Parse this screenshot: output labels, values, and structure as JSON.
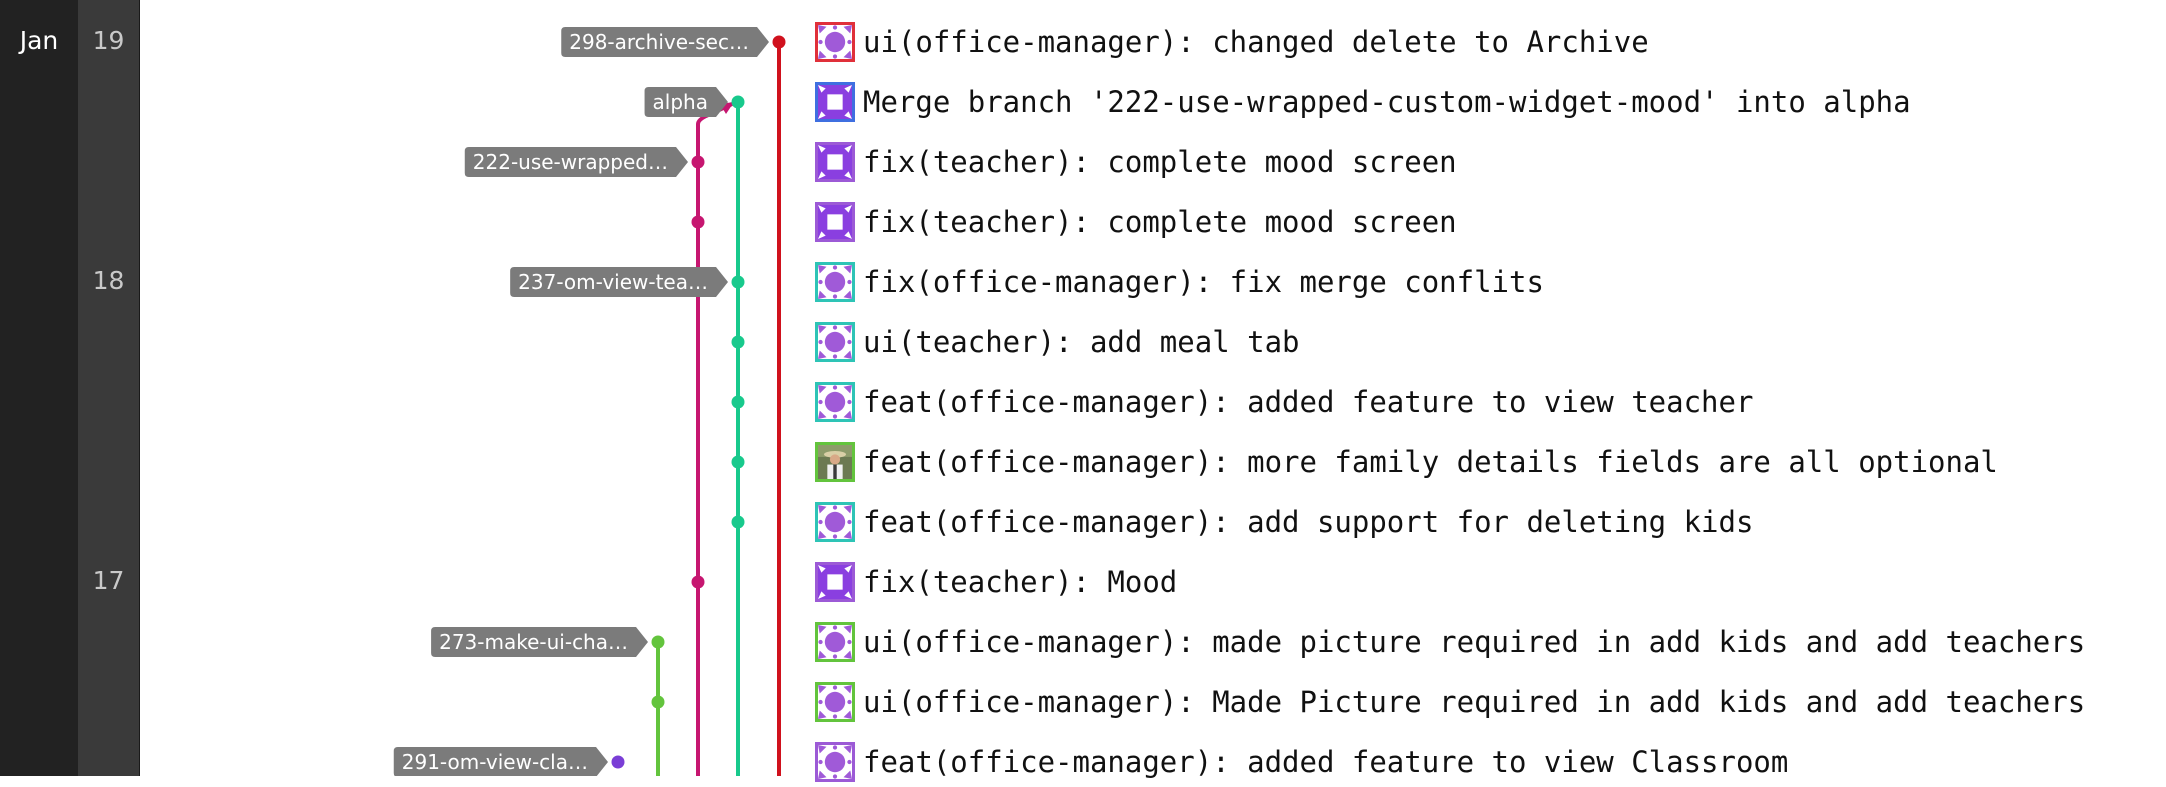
{
  "timeline": {
    "month": "Jan",
    "days": [
      {
        "label": "19",
        "row": 0
      },
      {
        "label": "18",
        "row": 4
      },
      {
        "label": "17",
        "row": 9
      }
    ]
  },
  "colors": {
    "red": "#d0111d",
    "pink": "#c61670",
    "teal": "#18c98c",
    "green": "#63c43d",
    "purple": "#7a3ed6",
    "tag_bg": "#7b7b7b"
  },
  "refs": [
    {
      "label": "298-archive-sec…",
      "row": 0,
      "color": "red"
    },
    {
      "label": "alpha",
      "row": 1,
      "color": "teal"
    },
    {
      "label": "222-use-wrapped…",
      "row": 2,
      "color": "pink"
    },
    {
      "label": "237-om-view-tea…",
      "row": 4,
      "color": "teal"
    },
    {
      "label": "273-make-ui-cha…",
      "row": 10,
      "color": "green"
    },
    {
      "label": "291-om-view-cla…",
      "row": 12,
      "color": "purple"
    }
  ],
  "commits": [
    {
      "message": "ui(office-manager): changed delete to Archive",
      "lane": "red",
      "avatar": "flower-red"
    },
    {
      "message": "Merge branch '222-use-wrapped-custom-widget-mood' into alpha",
      "lane": "teal",
      "avatar": "square-blue"
    },
    {
      "message": "fix(teacher): complete mood screen",
      "lane": "pink",
      "avatar": "square-purple"
    },
    {
      "message": "fix(teacher): complete mood screen",
      "lane": "pink",
      "avatar": "square-purple"
    },
    {
      "message": "fix(office-manager): fix merge conflits",
      "lane": "teal",
      "avatar": "flower-teal"
    },
    {
      "message": "ui(teacher): add meal tab",
      "lane": "teal",
      "avatar": "flower-teal"
    },
    {
      "message": "feat(office-manager): added feature to view teacher",
      "lane": "teal",
      "avatar": "flower-teal"
    },
    {
      "message": "feat(office-manager): more family details fields are all optional",
      "lane": "teal",
      "avatar": "photo"
    },
    {
      "message": "feat(office-manager): add support for deleting kids",
      "lane": "teal",
      "avatar": "flower-teal"
    },
    {
      "message": "fix(teacher): Mood",
      "lane": "pink",
      "avatar": "square-purple"
    },
    {
      "message": "ui(office-manager): made picture required in add kids and add teachers",
      "lane": "green",
      "avatar": "flower-green"
    },
    {
      "message": "ui(office-manager): Made Picture required in add kids and add teachers",
      "lane": "green",
      "avatar": "flower-green"
    },
    {
      "message": "feat(office-manager): added feature to view Classroom",
      "lane": "purple",
      "avatar": "flower-purple"
    }
  ]
}
